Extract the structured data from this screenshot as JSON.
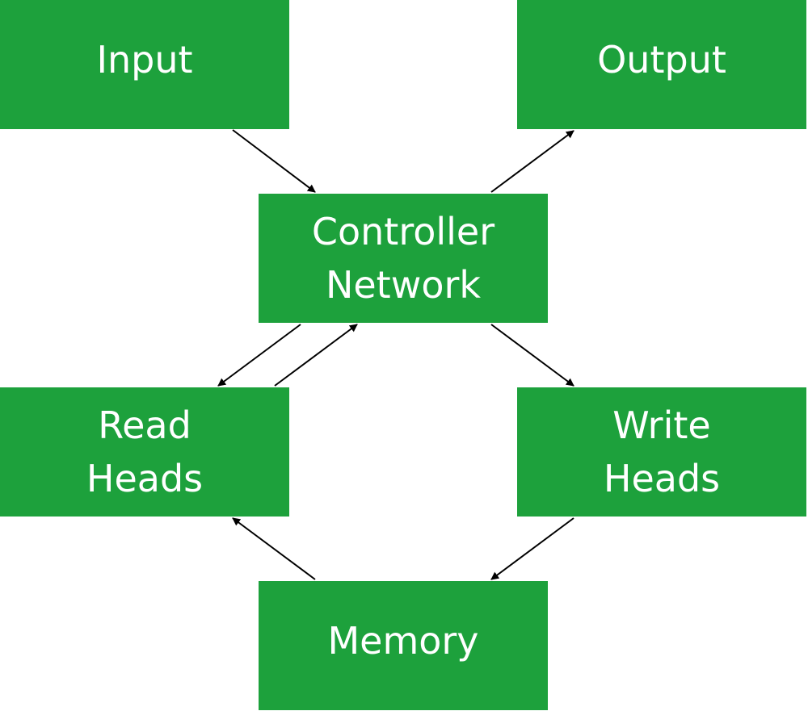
{
  "nodes": {
    "input": {
      "line1": "Input"
    },
    "output": {
      "line1": "Output"
    },
    "controller": {
      "line1": "Controller",
      "line2": "Network"
    },
    "read_heads": {
      "line1": "Read",
      "line2": "Heads"
    },
    "write_heads": {
      "line1": "Write",
      "line2": "Heads"
    },
    "memory": {
      "line1": "Memory"
    }
  },
  "edges": [
    {
      "from": "input",
      "to": "controller"
    },
    {
      "from": "controller",
      "to": "output"
    },
    {
      "from": "controller",
      "to": "read_heads"
    },
    {
      "from": "read_heads",
      "to": "controller"
    },
    {
      "from": "controller",
      "to": "write_heads"
    },
    {
      "from": "write_heads",
      "to": "memory"
    },
    {
      "from": "memory",
      "to": "read_heads"
    }
  ],
  "colors": {
    "node_fill": "#1da13c",
    "node_text": "#ffffff",
    "arrow": "#000000",
    "background": "#ffffff"
  }
}
